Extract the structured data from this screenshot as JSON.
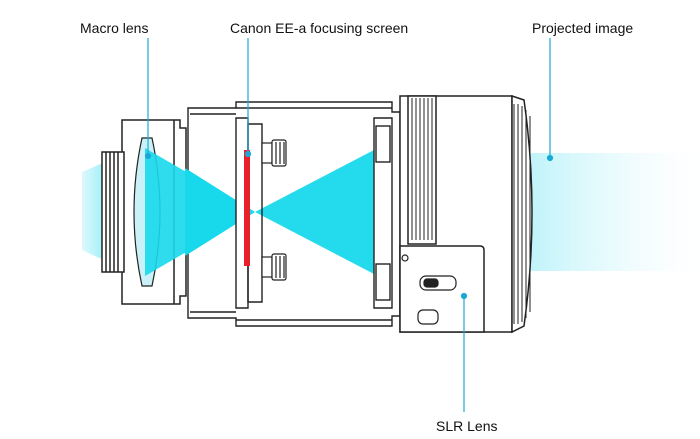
{
  "labels": {
    "macro_lens": "Macro lens",
    "focusing_screen": "Canon EE-a focusing screen",
    "projected_image": "Projected image",
    "slr_lens": "SLR Lens"
  },
  "colors": {
    "beam": "#18d8ec",
    "callout": "#1aa9d6",
    "screen": "#e8202a",
    "outline": "#222222",
    "lens_glass": "#bfeff6",
    "projected": "#bff3fa"
  }
}
